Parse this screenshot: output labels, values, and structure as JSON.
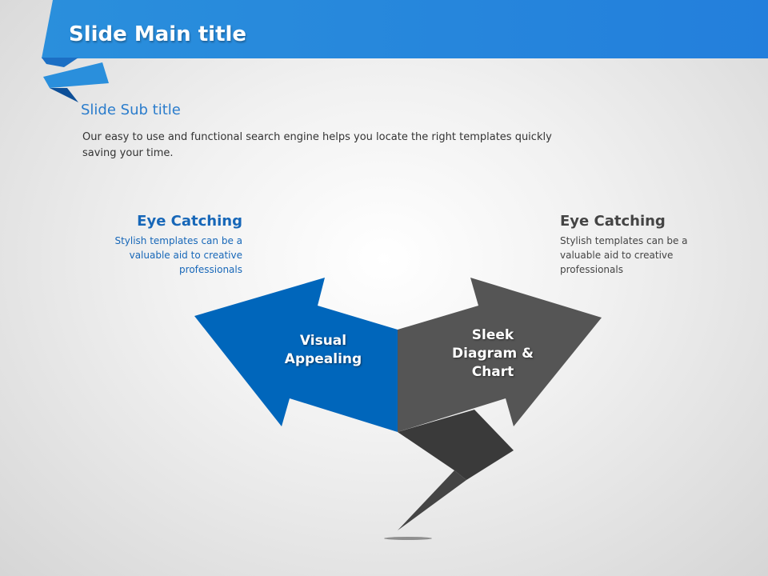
{
  "header": {
    "title": "Slide Main title",
    "subtitle": "Slide Sub title",
    "description": "Our easy to use and functional search engine helps you locate the right templates quickly saving your time."
  },
  "left": {
    "heading": "Eye  Catching",
    "body": "Stylish templates can be a valuable aid to creative professionals",
    "arrow_label": "Visual Appealing",
    "color": "#0066bb"
  },
  "right": {
    "heading": "Eye  Catching",
    "body": "Stylish templates can be a valuable aid to creative professionals",
    "arrow_label": "Sleek Diagram & Chart",
    "color": "#555555"
  }
}
